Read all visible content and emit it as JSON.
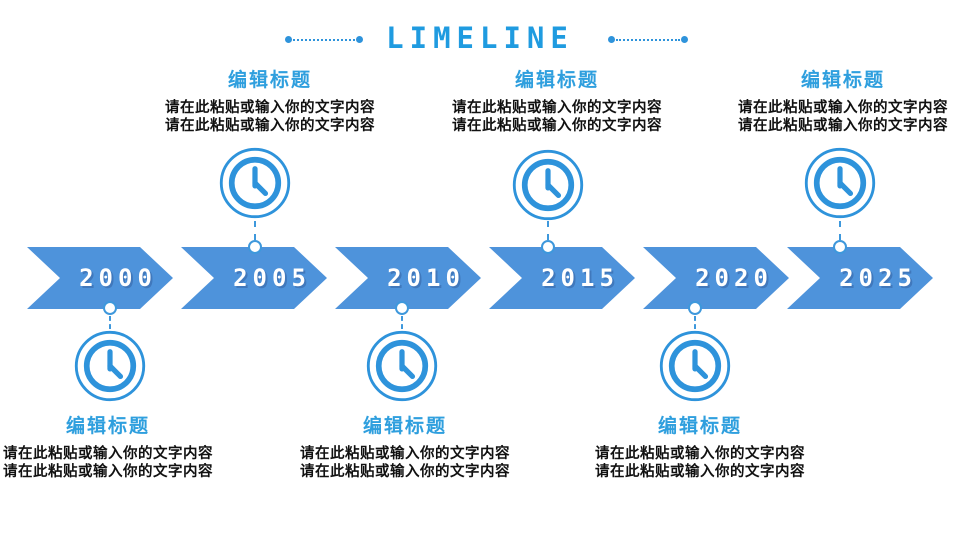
{
  "slide": {
    "background": "#ffffff"
  },
  "header": {
    "title": "LIMELINE",
    "decoration": "dotted-line-with-end-dots"
  },
  "colors": {
    "arrow_blue": "#4e93db",
    "icon_blue": "#2e93db",
    "heading_blue": "#2f9fde",
    "title_blue": "#1f9be0",
    "year_text": "#ffffff",
    "body_text": "#111111"
  },
  "timeline": {
    "years": [
      "2000",
      "2005",
      "2010",
      "2015",
      "2020",
      "2025"
    ]
  },
  "top_groups": [
    {
      "attached_to": "2005",
      "title": "编辑标题",
      "lines": [
        "请在此粘贴或输入你的文字内容",
        "请在此粘贴或输入你的文字内容"
      ]
    },
    {
      "attached_to": "2015",
      "title": "编辑标题",
      "lines": [
        "请在此粘贴或输入你的文字内容",
        "请在此粘贴或输入你的文字内容"
      ]
    },
    {
      "attached_to": "2025",
      "title": "编辑标题",
      "lines": [
        "请在此粘贴或输入你的文字内容",
        "请在此粘贴或输入你的文字内容"
      ]
    }
  ],
  "bottom_groups": [
    {
      "attached_to": "2000",
      "title": "编辑标题",
      "lines": [
        "请在此粘贴或输入你的文字内容",
        "请在此粘贴或输入你的文字内容"
      ]
    },
    {
      "attached_to": "2010",
      "title": "编辑标题",
      "lines": [
        "请在此粘贴或输入你的文字内容",
        "请在此粘贴或输入你的文字内容"
      ]
    },
    {
      "attached_to": "2020",
      "title": "编辑标题",
      "lines": [
        "请在此粘贴或输入你的文字内容",
        "请在此粘贴或输入你的文字内容"
      ]
    }
  ]
}
